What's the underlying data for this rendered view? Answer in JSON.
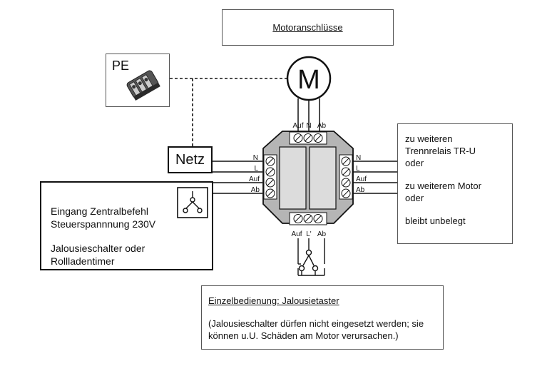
{
  "title": "Motoranschlüsse",
  "pe_label": "PE",
  "motor_label": "M",
  "netz_label": "Netz",
  "motor_terminals": [
    "Auf",
    "N",
    "Ab"
  ],
  "left_terminals": [
    "N",
    "L",
    "Auf",
    "Ab"
  ],
  "right_terminals": [
    "N",
    "L",
    "Auf",
    "Ab"
  ],
  "bottom_terminals": [
    "Auf",
    "L'",
    "Ab"
  ],
  "right_box": {
    "line1": "zu weiteren",
    "line2": "Trennrelais TR-U",
    "line3": "oder",
    "line4": "zu weiterem Motor",
    "line5": "oder",
    "line6": "bleibt unbelegt"
  },
  "left_box": {
    "line1": "Eingang Zentralbefehl",
    "line2": "Steuerspannnung 230V",
    "line3": "Jalousieschalter oder",
    "line4": "Rollladentimer"
  },
  "bottom_box": {
    "heading": "Einzelbedienung: Jalousietaster",
    "line1": "(Jalousieschalter dürfen nicht eingesetzt werden; sie",
    "line2": "können u.U. Schäden am Motor verursachen.)"
  }
}
